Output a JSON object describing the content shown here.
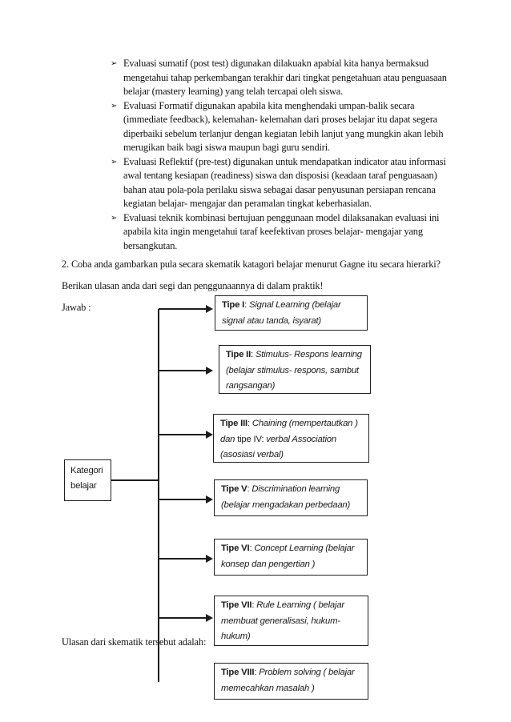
{
  "colors": {
    "page_bg": "#ffffff",
    "text": "#121212",
    "line": "#1c1c1c"
  },
  "document": {
    "list": {
      "bullet_glyph": "➢",
      "items": [
        {
          "lines": [
            "Evaluasi sumatif (post test) digunakan dilakuakn apabial kita hanya bermaksud",
            "mengetahui tahap perkembangan terakhir dari tingkat pengetahuan atau penguasaan",
            "belajar (mastery learning) yang telah tercapai oleh siswa."
          ]
        },
        {
          "lines": [
            "Evaluasi Formatif digunakan apabila kita menghendaki umpan-balik secara",
            "(immediate feedback), kelemahan- kelemahan dari proses belajar itu dapat segera",
            "diperbaiki sebelum terlanjur dengan kegiatan lebih lanjut yang mungkin akan lebih",
            "merugikan baik bagi siswa maupun bagi guru sendiri."
          ]
        },
        {
          "lines": [
            "Evaluasi Reflektif (pre-test) digunakan untuk mendapatkan indicator atau informasi",
            "awal tentang kesiapan (readiness) siswa dan disposisi (keadaan taraf penguasaan)",
            "bahan atau pola-pola perilaku siswa sebagai dasar penyusunan persiapan rencana",
            "kegiatan belajar- mengajar dan peramalan tingkat keberhasialan."
          ]
        },
        {
          "lines": [
            "Evaluasi teknik kombinasi bertujuan penggunaan model dilaksanakan evaluasi ini",
            "apabila kita ingin mengetahui taraf keefektivan proses belajar- mengajar yang",
            "bersangkutan."
          ]
        }
      ]
    },
    "question": "2. Coba anda gambarkan pula secara skematik katagori belajar menurut Gagne itu secara hierarki?",
    "instruction": "Berikan ulasan anda dari segi dan penggunaannya di dalam praktik!",
    "answer_label": "Jawab :",
    "review_label": "Ulasan dari skematik tersebut adalah:"
  },
  "diagram": {
    "root_box": {
      "lines": [
        "Kategori",
        "belajar"
      ]
    },
    "boxes": [
      {
        "name": "tipe-i",
        "segments": [
          {
            "text": "Tipe I",
            "style": "bold"
          },
          {
            "text": ": ",
            "style": "plain"
          },
          {
            "text": "Signal Learning (belajar",
            "style": "italic"
          },
          {
            "style": "break"
          },
          {
            "text": "signal atau tanda, isyarat)",
            "style": "italic"
          }
        ]
      },
      {
        "name": "tipe-ii",
        "segments": [
          {
            "text": "Tipe II",
            "style": "bold"
          },
          {
            "text": ": ",
            "style": "plain"
          },
          {
            "text": "Stimulus- Respons learning",
            "style": "italic"
          },
          {
            "style": "break"
          },
          {
            "text": "(belajar stimulus- respons, sambut",
            "style": "italic"
          },
          {
            "style": "break"
          },
          {
            "text": "rangsangan)",
            "style": "italic"
          }
        ]
      },
      {
        "name": "tipe-iii-iv",
        "segments": [
          {
            "text": "Tipe III",
            "style": "bold"
          },
          {
            "text": ": ",
            "style": "plain"
          },
          {
            "text": "Chaining (mempertautkan )",
            "style": "italic"
          },
          {
            "style": "break"
          },
          {
            "text": "dan ",
            "style": "italic"
          },
          {
            "text": "tipe IV: ",
            "style": "plain"
          },
          {
            "text": "verbal Association",
            "style": "italic"
          },
          {
            "style": "break"
          },
          {
            "text": "(asosiasi verbal)",
            "style": "italic"
          }
        ]
      },
      {
        "name": "tipe-v",
        "segments": [
          {
            "text": "Tipe V",
            "style": "bold"
          },
          {
            "text": ": ",
            "style": "plain"
          },
          {
            "text": "Discrimination learning",
            "style": "italic"
          },
          {
            "style": "break"
          },
          {
            "text": "(belajar mengadakan perbedaan)",
            "style": "italic"
          }
        ]
      },
      {
        "name": "tipe-vi",
        "segments": [
          {
            "text": "Tipe VI",
            "style": "bold"
          },
          {
            "text": ": ",
            "style": "plain"
          },
          {
            "text": "Concept Learning (belajar",
            "style": "italic"
          },
          {
            "style": "break"
          },
          {
            "text": "konsep dan pengertian )",
            "style": "italic"
          }
        ]
      },
      {
        "name": "tipe-vii",
        "segments": [
          {
            "text": "Tipe VII",
            "style": "bold"
          },
          {
            "text": ": ",
            "style": "plain"
          },
          {
            "text": "Rule Learning ( belajar",
            "style": "italic"
          },
          {
            "style": "break"
          },
          {
            "text": "membuat generalisasi, hukum-",
            "style": "italic"
          },
          {
            "style": "break"
          },
          {
            "text": "hukum)",
            "style": "italic"
          }
        ]
      },
      {
        "name": "tipe-viii",
        "segments": [
          {
            "text": "Tipe VIII",
            "style": "bold"
          },
          {
            "text": ": ",
            "style": "plain"
          },
          {
            "text": "Problem solving ( belajar",
            "style": "italic"
          },
          {
            "style": "break"
          },
          {
            "text": "memecahkan masalah )",
            "style": "italic"
          }
        ]
      }
    ]
  }
}
